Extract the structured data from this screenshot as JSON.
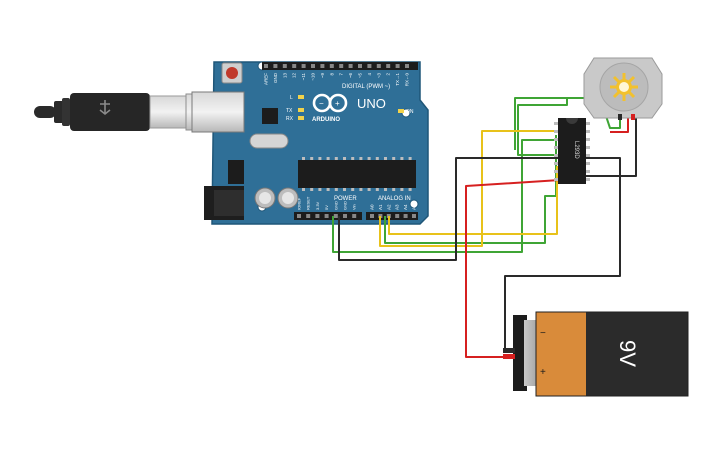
{
  "arduino": {
    "model": "UNO",
    "brand": "ARDUINO",
    "digital_header": "DIGITAL (PWM ~)",
    "power_header": "POWER",
    "analog_header": "ANALOG IN",
    "on_label": "ON",
    "led_l": "L",
    "led_tx": "TX",
    "led_rx": "RX",
    "top_pins": [
      "AREF",
      "GND",
      "13",
      "12",
      "~11",
      "~10",
      "~9",
      "8",
      "7",
      "~6",
      "~5",
      "4",
      "~3",
      "2",
      "TX→1",
      "RX←0"
    ],
    "power_pins": [
      "IOREF",
      "RESET",
      "3.3V",
      "5V",
      "GND",
      "GND",
      "Vin"
    ],
    "analog_pins": [
      "A0",
      "A1",
      "A2",
      "A3",
      "A4",
      "A5"
    ]
  },
  "driver_chip": {
    "label": "L293D"
  },
  "battery": {
    "label": "9V",
    "minus": "−",
    "plus": "+"
  },
  "colors": {
    "board": "#2b6d94",
    "board_edge": "#1f5678",
    "wire_green": "#3fa535",
    "wire_yellow": "#e8c21a",
    "wire_black": "#2a2a2a",
    "wire_red": "#d62020",
    "battery_orange": "#d98b3a",
    "battery_black": "#2b2b2b"
  },
  "icons": [
    "usb-plug-icon",
    "motor-icon",
    "battery-icon",
    "ic-chip-icon"
  ]
}
